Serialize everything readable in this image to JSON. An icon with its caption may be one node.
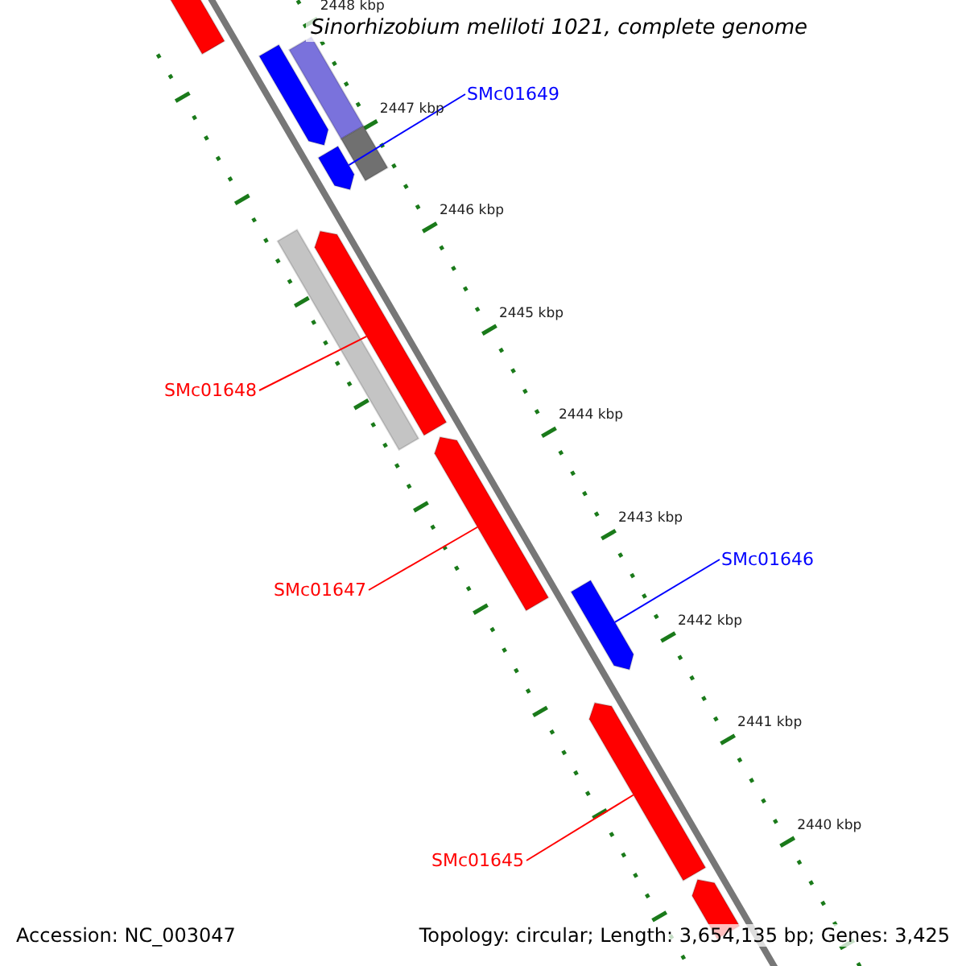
{
  "diagram": {
    "title": "Sinorhizobium meliloti 1021, complete genome",
    "nodes": [
      {
        "text": [],
        "shape": "arrow"
      },
      {
        "text": [],
        "shape": "arrow"
      },
      {
        "text": [],
        "shape": "bar"
      },
      {
        "text": [],
        "shape": "bar"
      },
      {
        "text": [],
        "shape": "arrow"
      },
      {
        "text": [],
        "shape": "bar"
      },
      {
        "text": [],
        "shape": "arrow"
      },
      {
        "text": [],
        "shape": "arrow"
      },
      {
        "text": [],
        "shape": "arrow"
      },
      {
        "text": [],
        "shape": "arrow"
      },
      {
        "text": [],
        "shape": "arrow"
      },
      {
        "text": [
          "SMc01649"
        ]
      },
      {
        "text": [
          "SMc01648"
        ]
      },
      {
        "text": [
          "SMc01647"
        ]
      },
      {
        "text": [
          "SMc01646"
        ]
      },
      {
        "text": [
          "SMc01645"
        ]
      }
    ],
    "edges": [
      {
        "from": 11,
        "to": 4,
        "arrow": "none",
        "color": "#0000ff"
      },
      {
        "from": 12,
        "to": 6,
        "arrow": "none"
      },
      {
        "from": 13,
        "to": 7,
        "arrow": "none"
      },
      {
        "from": 14,
        "to": 8,
        "arrow": "none",
        "color": "#0000ff"
      },
      {
        "from": 15,
        "to": 9,
        "arrow": "none"
      }
    ],
    "labels": [
      "2448 kbp",
      "2447 kbp",
      "2446 kbp",
      "2445 kbp",
      "2444 kbp",
      "2443 kbp",
      "2442 kbp",
      "2441 kbp",
      "2440 kbp",
      "Accession: NC_003047",
      "Topology: circular; Length: 3,654,135 bp; Genes: 3,425"
    ]
  }
}
